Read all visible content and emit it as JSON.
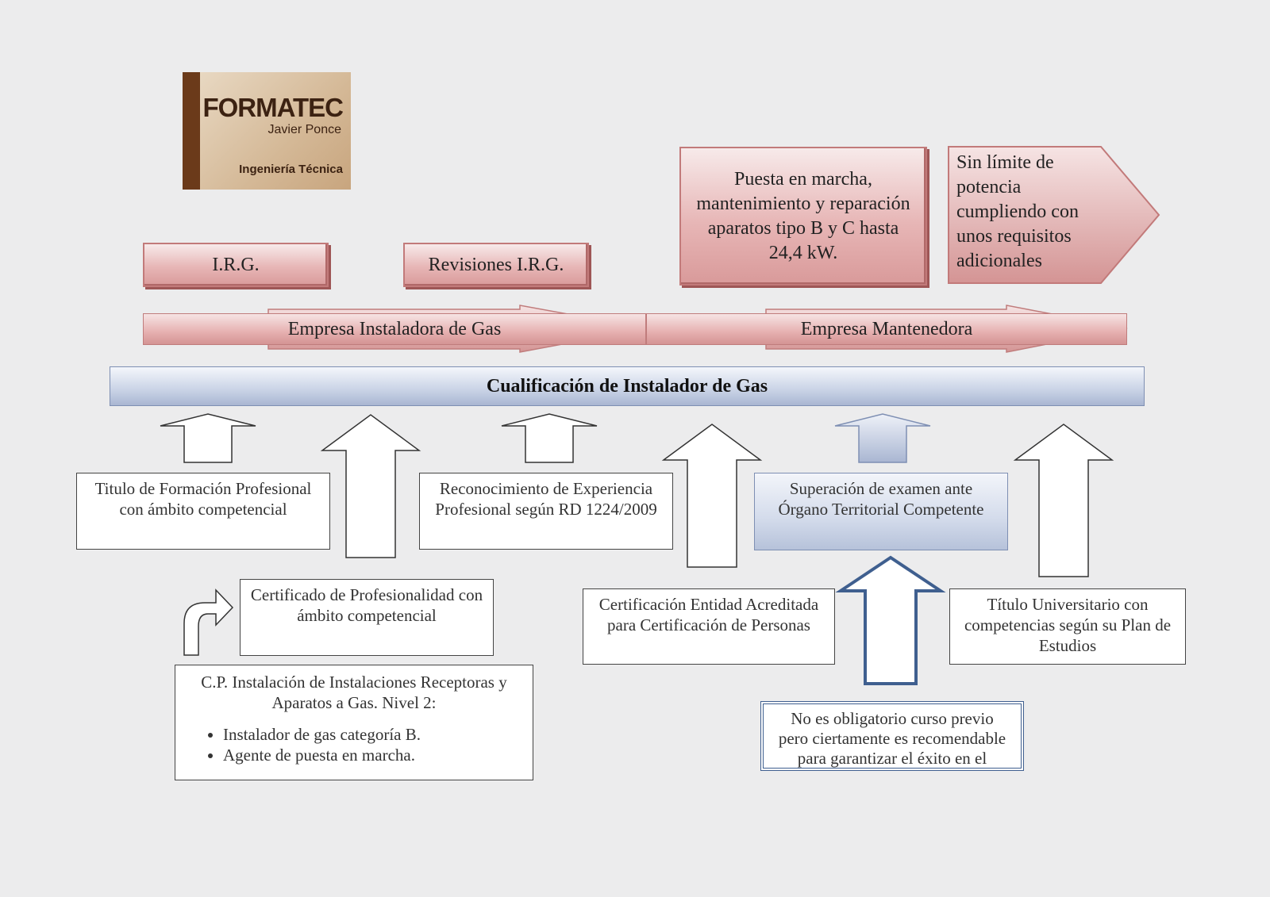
{
  "logo": {
    "brand": "FORMATEC",
    "author": "Javier Ponce",
    "tagline": "Ingeniería Técnica"
  },
  "top": {
    "irg": "I.R.G.",
    "revisiones": "Revisiones I.R.G.",
    "puesta": "Puesta en marcha, mantenimiento y reparación aparatos tipo B y C hasta 24,4 kW.",
    "sin_limite": "Sin límite de potencia cumpliendo con unos requisitos adicionales"
  },
  "bands": {
    "instaladora": "Empresa Instaladora de Gas",
    "mantenedora": "Empresa Mantenedora"
  },
  "main_bar": "Cualificación de Instalador de Gas",
  "boxes": {
    "titulo_fp": "Titulo de Formación Profesional con ámbito competencial",
    "reconocimiento": "Reconocimiento de Experiencia Profesional según RD 1224/2009",
    "superacion": "Superación de examen ante Órgano Territorial Competente",
    "certificado": "Certificado de Profesionalidad con ámbito competencial",
    "certificacion": "Certificación Entidad Acreditada para Certificación de Personas",
    "universitario": "Título Universitario con competencias según su Plan de Estudios",
    "cp_title": "C.P. Instalación de Instalaciones Receptoras y Aparatos a Gas. Nivel 2:",
    "cp_items": [
      "Instalador de gas categoría B.",
      "Agente de puesta en marcha."
    ],
    "no_obligatorio": "No es obligatorio curso previo pero ciertamente es recomendable para garantizar el éxito en el"
  },
  "colors": {
    "pink": "#e6b0b0",
    "blue": "#c9d3e6",
    "dark_blue_outline": "#3f5f8f"
  }
}
